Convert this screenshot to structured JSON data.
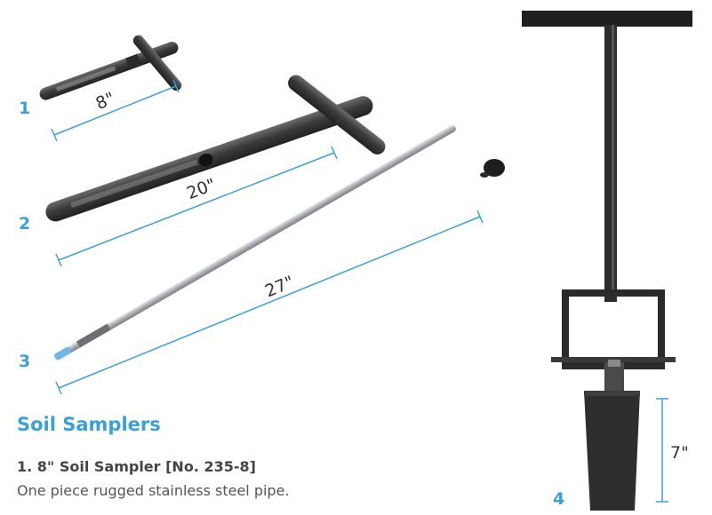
{
  "tools": [
    {
      "number": "1",
      "length": "8\""
    },
    {
      "number": "2",
      "length": "20\""
    },
    {
      "number": "3",
      "length": "27\""
    },
    {
      "number": "4",
      "length": "7\""
    }
  ],
  "section": {
    "heading": "Soil Samplers",
    "item_title": "1. 8\" Soil Sampler [No. 235-8]",
    "item_description": "One piece rugged stainless steel pipe."
  },
  "colors": {
    "accent": "#3aa0d8",
    "steel_dark": "#3a3a3a",
    "steel_light": "#b8bcc0"
  }
}
